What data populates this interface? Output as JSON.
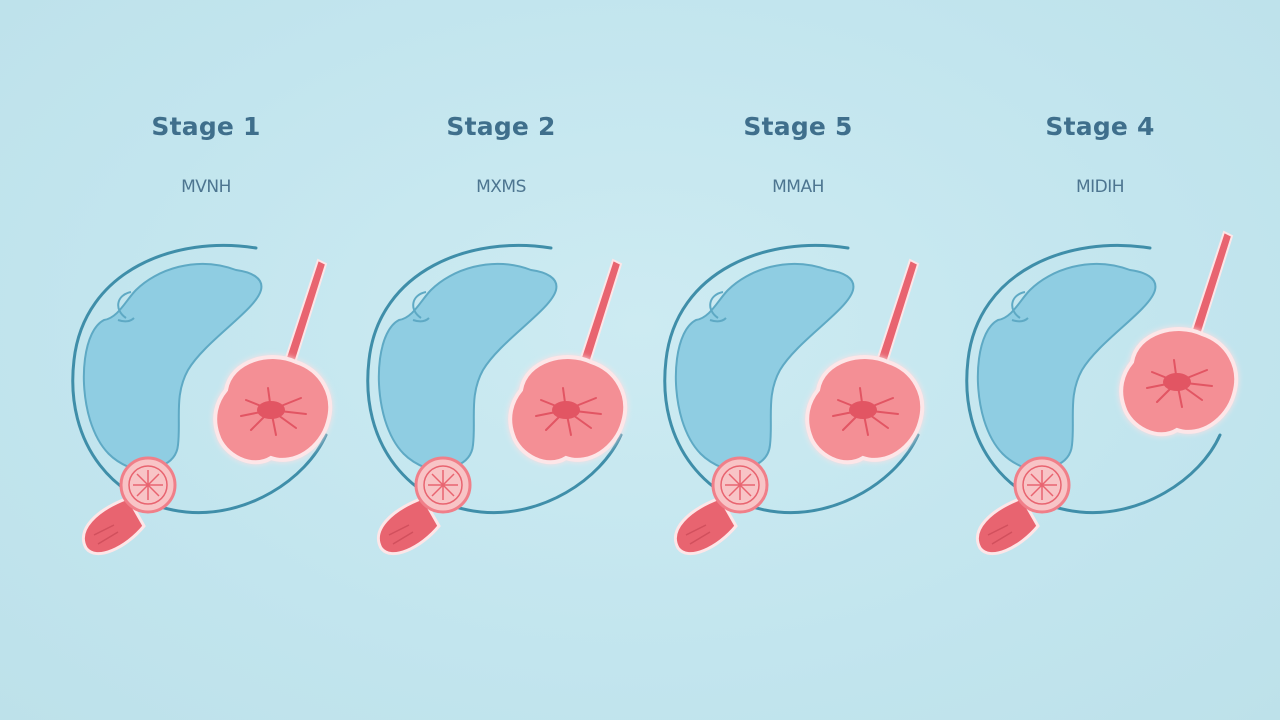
{
  "colors": {
    "background": "#c4e7ef",
    "title": "#3f6f8c",
    "subtitle": "#4d7590",
    "ring": "#3f8ea9",
    "organ_fill": "#8fcde2",
    "organ_edge": "#5ea9c4",
    "tissue_fill": "#f48f95",
    "tissue_core": "#e25563",
    "tissue_glow": "#fde6e8",
    "node_fill": "#f8c4c6"
  },
  "stages": [
    {
      "title": "Stage 1",
      "subtitle": "MVNH",
      "icon": "stage-illustration"
    },
    {
      "title": "Stage 2",
      "subtitle": "MXMS",
      "icon": "stage-illustration"
    },
    {
      "title": "Stage 5",
      "subtitle": "MMAH",
      "icon": "stage-illustration"
    },
    {
      "title": "Stage 4",
      "subtitle": "MIDIH",
      "icon": "stage-illustration"
    }
  ]
}
